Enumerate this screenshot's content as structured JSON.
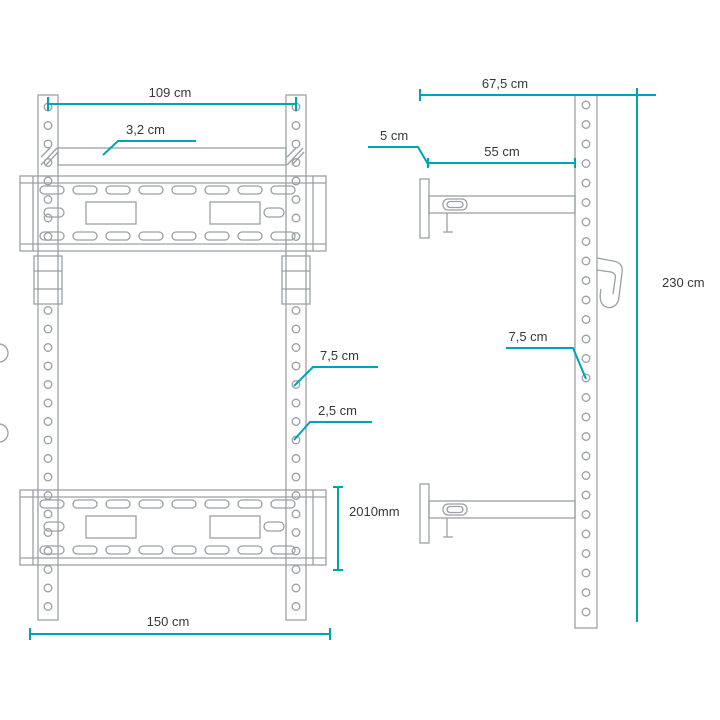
{
  "diagram": {
    "front_view": {
      "top_width": "109 cm",
      "bar_thickness": "3,2 cm",
      "hole_spacing": "7,5 cm",
      "hole_diameter": "2,5 cm",
      "plate_height": "2010mm",
      "bottom_width": "150 cm"
    },
    "side_view": {
      "top_depth": "67,5 cm",
      "wall_bracket": "5 cm",
      "arm_length": "55 cm",
      "total_height": "230 cm",
      "hole_spacing": "7,5 cm"
    },
    "colors": {
      "dimension_accent": "#00a3b4",
      "drawing_line": "#9aa0a4",
      "label_text": "#33383b",
      "background": "#ffffff"
    }
  }
}
